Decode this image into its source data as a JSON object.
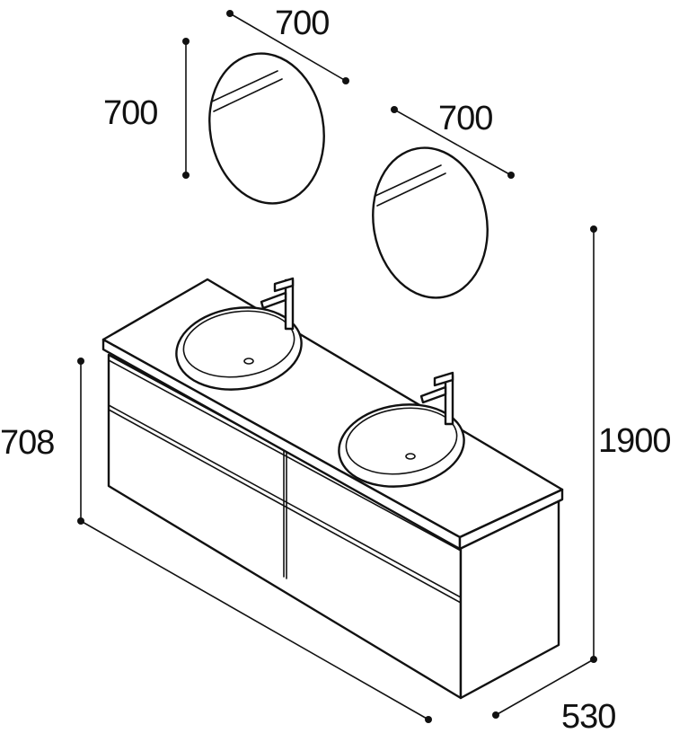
{
  "dimensions": {
    "mirror_left_width": "700",
    "mirror_left_height": "700",
    "mirror_right_width": "700",
    "cabinet_height": "708",
    "total_height": "1900",
    "depth": "530"
  },
  "colors": {
    "stroke": "#111111",
    "background": "#ffffff"
  }
}
